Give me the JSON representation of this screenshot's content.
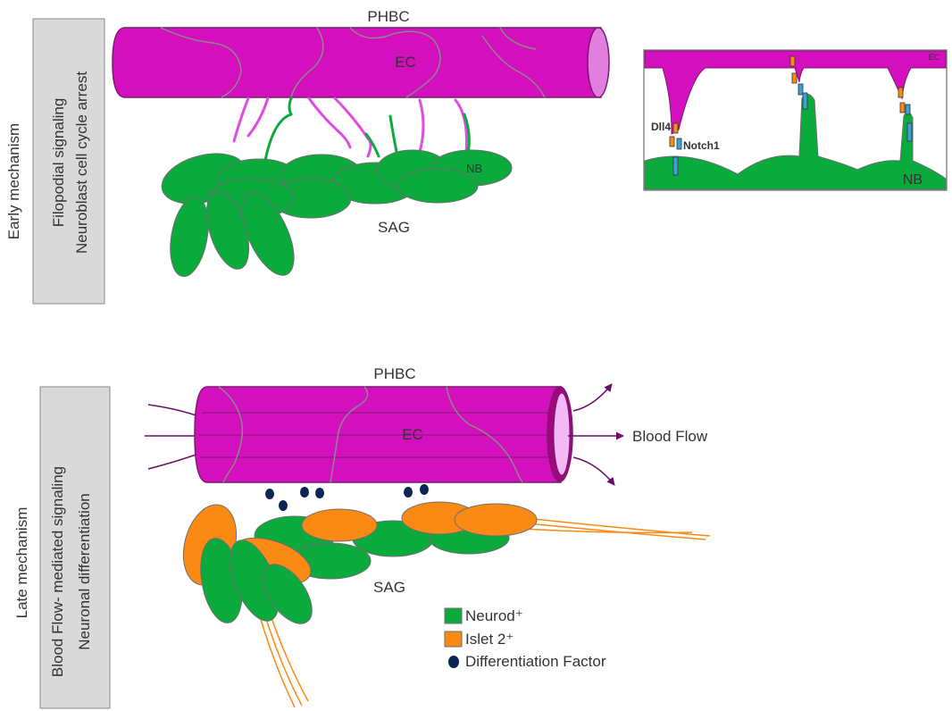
{
  "colors": {
    "endothelium": "#d40fbd",
    "endothelium_dark": "#a0077f",
    "neurod": "#0aaa3c",
    "islet": "#fb8a14",
    "factor": "#0b2554",
    "flow_arrow": "#6a0b6a",
    "panel_gray": "#d9d9d9",
    "filopodia": "#e04be0"
  },
  "early": {
    "side_title": "Early mechanism",
    "box_line1": "Filopodial signaling",
    "box_line2": "Neuroblast cell cycle arrest",
    "vessel_label": "PHBC",
    "ec_label": "EC",
    "nb_label": "NB",
    "sag_label": "SAG"
  },
  "inset": {
    "ec_label": "EC",
    "dll4_label": "Dll4",
    "notch_label": "Notch1",
    "nb_label": "NB"
  },
  "late": {
    "side_title": "Late mechanism",
    "box_line1": "Blood Flow- mediated signaling",
    "box_line2": "Neuronal differentiation",
    "vessel_label": "PHBC",
    "ec_label": "EC",
    "flow_label": "Blood Flow",
    "sag_label": "SAG"
  },
  "legend": {
    "neurod_label": "Neurod⁺",
    "islet_label": "Islet 2⁺",
    "factor_label": "Differentiation Factor"
  }
}
